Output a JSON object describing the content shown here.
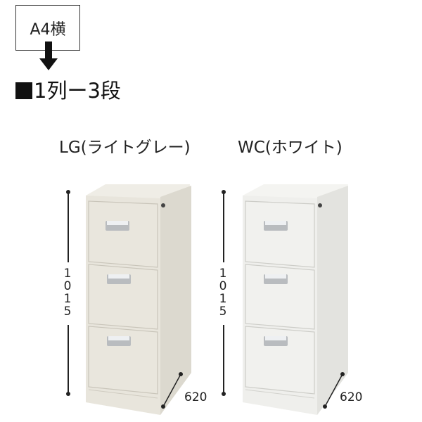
{
  "paper_size": {
    "label": "A4横"
  },
  "heading": {
    "marker": "■",
    "text": "1列ー3段"
  },
  "variants": [
    {
      "label": "LG(ライトグレー)",
      "color_name": "light-gray",
      "body_color": "#e6e3da",
      "front_color": "#ebe8df",
      "side_color": "#dedbd1",
      "top_color": "#efede6",
      "height_dim": "1015",
      "height_digits": [
        "1",
        "0",
        "1",
        "5"
      ],
      "depth_dim": "620",
      "drawers": 3
    },
    {
      "label": "WC(ホワイト)",
      "color_name": "white",
      "body_color": "#eeeeea",
      "front_color": "#f1f1ee",
      "side_color": "#e5e5e1",
      "top_color": "#f4f4f1",
      "height_dim": "1015",
      "height_digits": [
        "1",
        "0",
        "1",
        "5"
      ],
      "depth_dim": "620",
      "drawers": 3
    }
  ]
}
